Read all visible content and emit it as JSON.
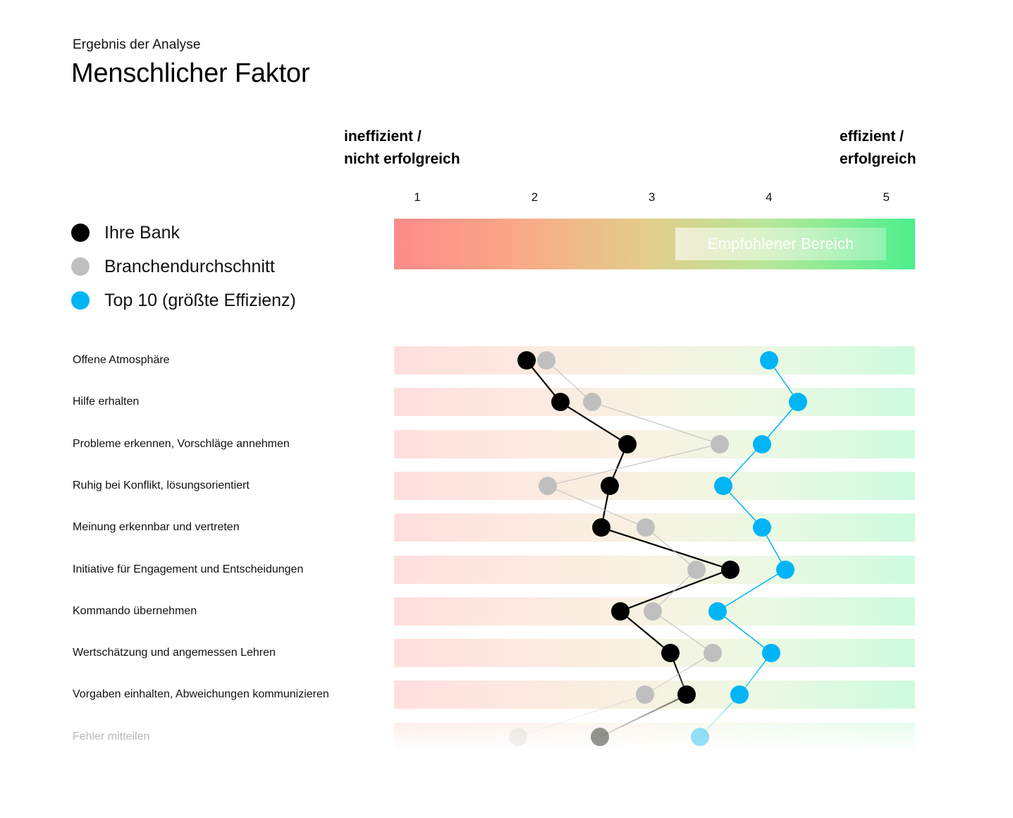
{
  "header": {
    "kicker": "Ergebnis der Analyse",
    "title": "Menschlicher Faktor"
  },
  "scale": {
    "left_caption_line1": "ineffizient /",
    "left_caption_line2": "nicht erfolgreich",
    "right_caption_line1": "effizient /",
    "right_caption_line2": "erfolgreich",
    "recommended_band_label": "Empfohlener Bereich",
    "recommended_band_from": 3.2,
    "recommended_band_to": 5.0
  },
  "legend": [
    {
      "label": "Ihre Bank",
      "color": "#000000",
      "key": "ihre_bank"
    },
    {
      "label": "Branchendurchschnitt",
      "color": "#bfbfbf",
      "key": "branchendurchschnitt"
    },
    {
      "label": "Top 10 (größte Effizienz)",
      "color": "#00b4f5",
      "key": "top10"
    }
  ],
  "colors": {
    "ihre_bank": "#000000",
    "branchendurchschnitt": "#bfbfbf",
    "top10": "#00b4f5",
    "gradient_low": "#fc8b8b",
    "gradient_high": "#4def8c"
  },
  "chart_data": {
    "type": "line",
    "title": "Menschlicher Faktor",
    "subtitle": "Ergebnis der Analyse",
    "orientation": "horizontal",
    "xlabel": "",
    "ylabel": "",
    "xlim": [
      1,
      5
    ],
    "xticks": [
      1,
      2,
      3,
      4,
      5
    ],
    "tick_labels": [
      "1",
      "2",
      "3",
      "4",
      "5"
    ],
    "grid": false,
    "legend_position": "left",
    "categories": [
      "Offene Atmosphäre",
      "Hilfe erhalten",
      "Probleme erkennen, Vorschläge annehmen",
      "Ruhig bei Konflikt, lösungsorientiert",
      "Meinung erkennbar und vertreten",
      "Initiative für Engagement und Entscheidungen",
      "Kommando übernehmen",
      "Wertschätzung und angemessen Lehren",
      "Vorgaben einhalten, Abweichungen kommunizieren",
      "Fehler mitteilen"
    ],
    "series": [
      {
        "name": "Ihre Bank",
        "color": "#000000",
        "values": [
          1.93,
          2.22,
          2.79,
          2.64,
          2.57,
          3.67,
          2.73,
          3.16,
          3.3,
          2.56
        ]
      },
      {
        "name": "Branchendurchschnitt",
        "color": "#bfbfbf",
        "values": [
          2.1,
          2.49,
          3.58,
          2.11,
          2.95,
          3.38,
          3.01,
          3.52,
          2.94,
          1.86
        ]
      },
      {
        "name": "Top 10 (größte Effizienz)",
        "color": "#00b4f5",
        "values": [
          4.0,
          4.25,
          3.94,
          3.61,
          3.94,
          4.14,
          3.56,
          4.02,
          3.75,
          3.41
        ]
      }
    ],
    "last_row_faded": true
  }
}
